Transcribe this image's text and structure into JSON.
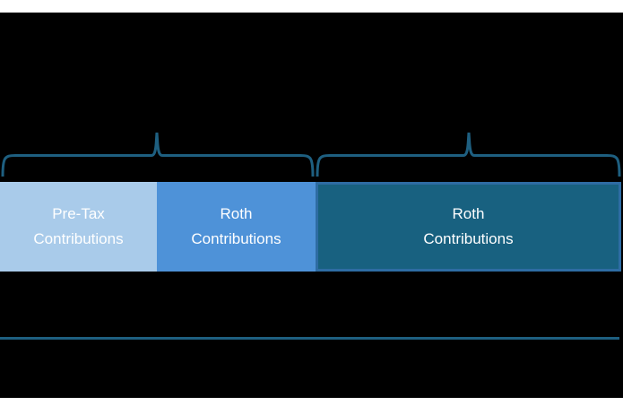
{
  "colors": {
    "page-bg": "#ffffff",
    "canvas-bg": "#000000",
    "brace": "#1E5F80",
    "seg1": "#A9CBEA",
    "seg2": "#4E92D8",
    "seg3": "#186180",
    "seg3border": "#2E6CA3",
    "label": "#ffffff"
  },
  "figure": {
    "bar": {
      "segments": [
        {
          "label": "Pre-Tax\nContributions"
        },
        {
          "label": "Roth\nContributions"
        },
        {
          "label": "Roth\nContributions"
        }
      ]
    },
    "groupings": {
      "left_brace_spans": [
        "Pre-Tax Contributions",
        "Roth Contributions"
      ],
      "right_brace_spans": [
        "Roth Contributions"
      ]
    }
  }
}
